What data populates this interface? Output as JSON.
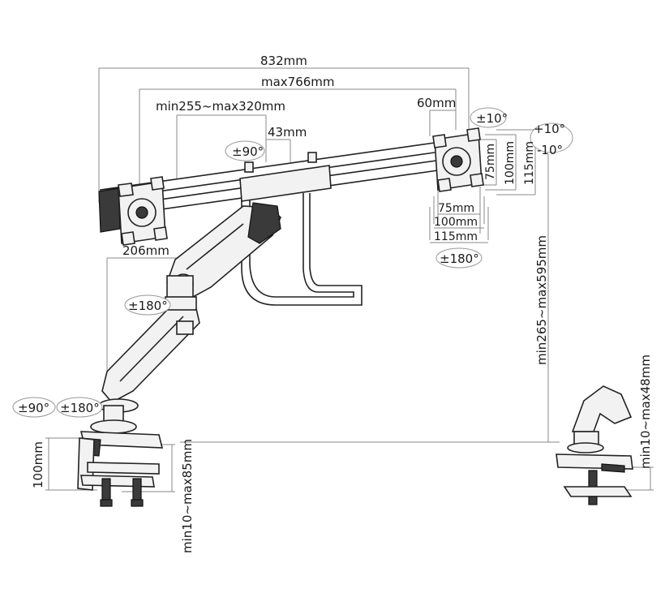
{
  "dimensions": {
    "total_width": "832mm",
    "rail_max": "max766mm",
    "arm_range": "min255~max320mm",
    "rail_offset": "43mm",
    "rail_end": "60mm",
    "vesa_75_h": "75mm",
    "vesa_100_h": "100mm",
    "vesa_115_h": "115mm",
    "vesa_75_w": "75mm",
    "vesa_100_w": "100mm",
    "vesa_115_w": "115mm",
    "arm_reach": "206mm",
    "height_range": "min265~max595mm",
    "clamp_height": "100mm",
    "clamp_desk": "min10~max85mm",
    "grommet_desk": "min10~max48mm"
  },
  "rotations": {
    "tilt_side": "±10°",
    "tilt_up": "+10°",
    "tilt_down": "-10°",
    "rail_swivel": "±90°",
    "vesa_rotate": "±180°",
    "elbow_rotate": "±180°",
    "base_swivel": "±90°",
    "base_rotate": "±180°"
  }
}
